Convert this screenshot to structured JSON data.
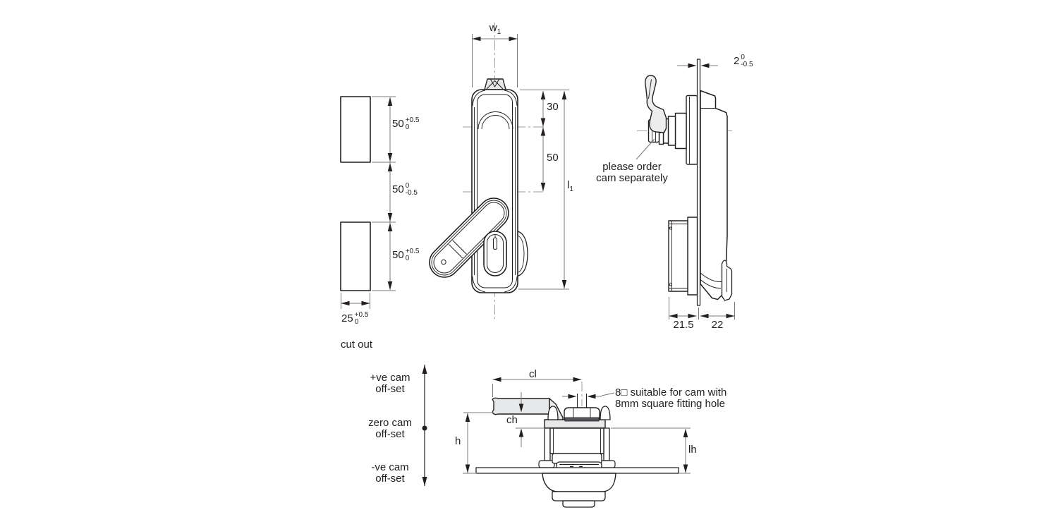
{
  "colors": {
    "background": "#ffffff",
    "line": "#231f20",
    "dim_line": "#77787b",
    "centerline": "#9c9ea1",
    "fill_light_gray": "#e7e8e9",
    "fill_dark_gray": "#55565a"
  },
  "cut_out_view": {
    "caption": "cut out",
    "height_dims": [
      {
        "value": "50",
        "tol_upper": "+0.5",
        "tol_lower": "0"
      },
      {
        "value": "50",
        "tol_upper": "0",
        "tol_lower": "-0.5"
      },
      {
        "value": "50",
        "tol_upper": "+0.5",
        "tol_lower": "0"
      }
    ],
    "width_dim": {
      "value": "25",
      "tol_upper": "+0.5",
      "tol_lower": "0"
    }
  },
  "front_view": {
    "width_dim": {
      "base": "w",
      "sub": "1"
    },
    "upper_dim": "30",
    "mid_dim": "50",
    "length_dim": {
      "base": "l",
      "sub": "1"
    }
  },
  "side_view": {
    "panel_dim": {
      "value": "2",
      "tol_upper": "0",
      "tol_lower": "-0.5"
    },
    "note": [
      "please order",
      "cam separately"
    ],
    "depth_front": "21.5",
    "depth_rear": "22"
  },
  "bottom_view": {
    "cam_length_label": "cl",
    "cam_height_label": "ch",
    "height_label": "h",
    "latch_height_label": "lh",
    "note": [
      "8□ suitable for cam with",
      "8mm square fitting hole"
    ]
  },
  "cam_offset_legend": {
    "positive": [
      "+ve cam",
      "off-set"
    ],
    "zero": [
      "zero cam",
      "off-set"
    ],
    "negative": [
      "-ve cam",
      "off-set"
    ]
  }
}
